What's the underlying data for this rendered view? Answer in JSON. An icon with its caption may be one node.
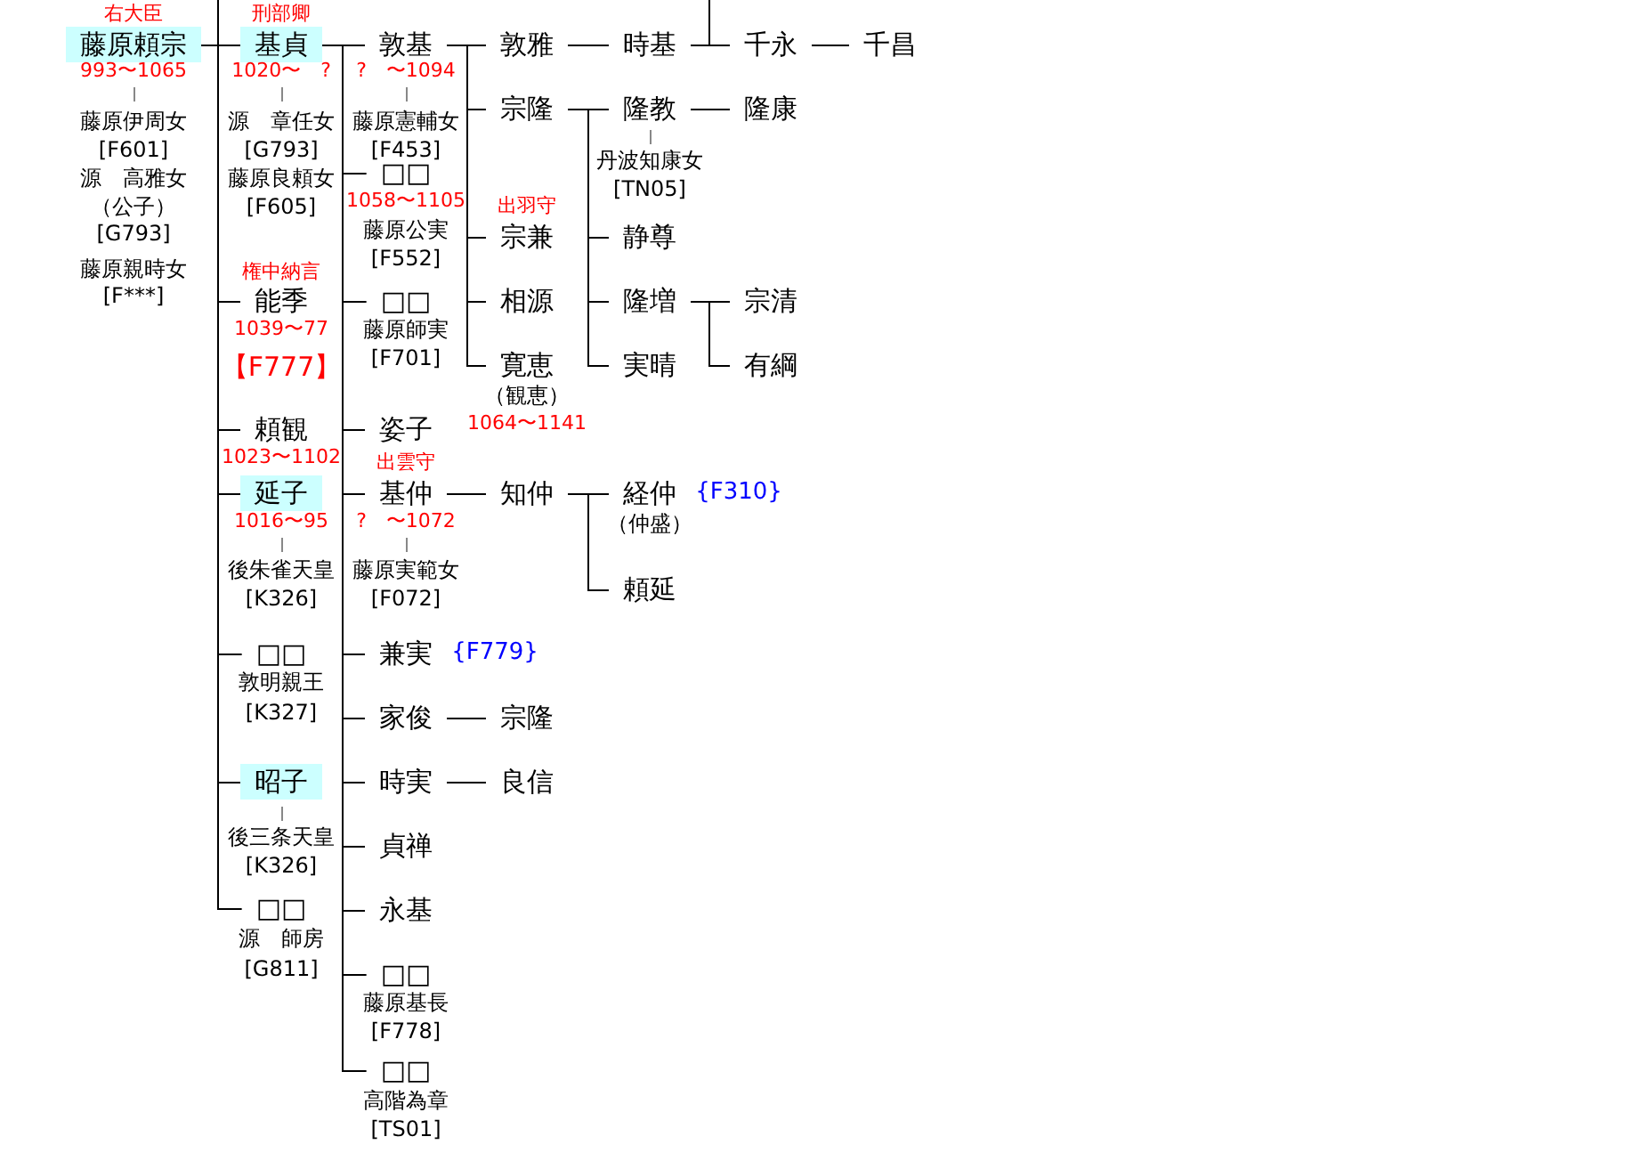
{
  "diagram": {
    "nodes": [
      {
        "text": [
          "藤原頼宗"
        ],
        "beside": [
          "右大臣",
          "993〜1065",
          "藤原伊周女",
          "[F601]",
          "源　高雅女",
          "（公子）",
          "[G793]",
          "藤原親時女",
          "[F***]"
        ]
      },
      {
        "text": [
          "基貞"
        ],
        "beside": [
          "刑部卿",
          "1020〜　?",
          "源　章任女",
          "[G793]",
          "藤原良頼女",
          "[F605]"
        ]
      },
      {
        "text": [
          "能季"
        ],
        "beside": [
          "権中納言",
          "1039〜77",
          "【F777】"
        ]
      },
      {
        "text": [
          "頼観"
        ],
        "beside": [
          "1023〜1102"
        ]
      },
      {
        "text": [
          "延子"
        ],
        "beside": [
          "1016〜95",
          "後朱雀天皇",
          "[K326]"
        ]
      },
      {
        "text": [
          "□□"
        ],
        "beside": [
          "敦明親王",
          "[K327]"
        ]
      },
      {
        "text": [
          "昭子"
        ],
        "beside": [
          "後三条天皇",
          "[K326]"
        ]
      },
      {
        "text": [
          "□□"
        ],
        "beside": [
          "源　師房",
          "[G811]"
        ]
      },
      {
        "text": [
          "敦基"
        ],
        "beside": [
          "?　〜1094",
          "藤原憲輔女",
          "[F453]"
        ]
      },
      {
        "text": [
          "□□"
        ],
        "beside": [
          "1058〜1105",
          "藤原公実",
          "[F552]"
        ]
      },
      {
        "text": [
          "□□"
        ],
        "beside": [
          "藤原師実",
          "[F701]"
        ]
      },
      {
        "text": [
          "姿子"
        ]
      },
      {
        "text": [
          "基仲"
        ],
        "beside": [
          "出雲守",
          "?　〜1072",
          "藤原実範女",
          "[F072]"
        ]
      },
      {
        "text": [
          "兼実"
        ],
        "beside": [
          "{F779}"
        ]
      },
      {
        "text": [
          "家俊"
        ]
      },
      {
        "text": [
          "時実"
        ]
      },
      {
        "text": [
          "貞禅"
        ]
      },
      {
        "text": [
          "永基"
        ]
      },
      {
        "text": [
          "□□"
        ],
        "beside": [
          "藤原基長",
          "[F778]"
        ]
      },
      {
        "text": [
          "□□"
        ],
        "beside": [
          "高階為章",
          "[TS01]"
        ]
      },
      {
        "text": [
          "敦雅"
        ]
      },
      {
        "text": [
          "宗隆"
        ]
      },
      {
        "text": [
          "宗兼"
        ],
        "beside": [
          "出羽守"
        ]
      },
      {
        "text": [
          "相源"
        ]
      },
      {
        "text": [
          "寛恵"
        ],
        "beside": [
          "（観恵）",
          "1064〜1141"
        ]
      },
      {
        "text": [
          "知仲"
        ]
      },
      {
        "text": [
          "宗隆"
        ]
      },
      {
        "text": [
          "良信"
        ]
      },
      {
        "text": [
          "時基"
        ]
      },
      {
        "text": [
          "隆教"
        ],
        "beside": [
          "丹波知康女",
          "[TN05]"
        ]
      },
      {
        "text": [
          "静尊"
        ]
      },
      {
        "text": [
          "隆増"
        ]
      },
      {
        "text": [
          "実晴"
        ]
      },
      {
        "text": [
          "経仲"
        ],
        "beside": [
          "（仲盛）",
          "{F310}"
        ]
      },
      {
        "text": [
          "頼延"
        ]
      },
      {
        "text": [
          "千永"
        ]
      },
      {
        "text": [
          "隆康"
        ]
      },
      {
        "text": [
          "宗清"
        ]
      },
      {
        "text": [
          "有綱"
        ]
      },
      {
        "text": [
          "千昌"
        ]
      }
    ],
    "edges": [
      {
        "from": 0,
        "to": 1,
        "arrow": "none"
      },
      {
        "from": 0,
        "to": 2,
        "arrow": "none"
      },
      {
        "from": 0,
        "to": 3,
        "arrow": "none"
      },
      {
        "from": 0,
        "to": 4,
        "arrow": "none"
      },
      {
        "from": 0,
        "to": 5,
        "arrow": "none"
      },
      {
        "from": 0,
        "to": 6,
        "arrow": "none"
      },
      {
        "from": 0,
        "to": 7,
        "arrow": "none"
      },
      {
        "from": 1,
        "to": 8,
        "arrow": "none"
      },
      {
        "from": 1,
        "to": 9,
        "arrow": "none"
      },
      {
        "from": 1,
        "to": 10,
        "arrow": "none"
      },
      {
        "from": 1,
        "to": 11,
        "arrow": "none"
      },
      {
        "from": 1,
        "to": 12,
        "arrow": "none"
      },
      {
        "from": 1,
        "to": 13,
        "arrow": "none"
      },
      {
        "from": 1,
        "to": 14,
        "arrow": "none"
      },
      {
        "from": 1,
        "to": 15,
        "arrow": "none"
      },
      {
        "from": 1,
        "to": 16,
        "arrow": "none"
      },
      {
        "from": 1,
        "to": 17,
        "arrow": "none"
      },
      {
        "from": 1,
        "to": 18,
        "arrow": "none"
      },
      {
        "from": 1,
        "to": 19,
        "arrow": "none"
      },
      {
        "from": 8,
        "to": 20,
        "arrow": "none"
      },
      {
        "from": 8,
        "to": 21,
        "arrow": "none"
      },
      {
        "from": 8,
        "to": 22,
        "arrow": "none"
      },
      {
        "from": 8,
        "to": 23,
        "arrow": "none"
      },
      {
        "from": 8,
        "to": 24,
        "arrow": "none"
      },
      {
        "from": 12,
        "to": 25,
        "arrow": "none"
      },
      {
        "from": 14,
        "to": 26,
        "arrow": "none"
      },
      {
        "from": 15,
        "to": 27,
        "arrow": "none"
      },
      {
        "from": 20,
        "to": 28,
        "arrow": "none"
      },
      {
        "from": 21,
        "to": 29,
        "arrow": "none"
      },
      {
        "from": 21,
        "to": 30,
        "arrow": "none"
      },
      {
        "from": 21,
        "to": 31,
        "arrow": "none"
      },
      {
        "from": 21,
        "to": 32,
        "arrow": "none"
      },
      {
        "from": 25,
        "to": 33,
        "arrow": "none"
      },
      {
        "from": 25,
        "to": 34,
        "arrow": "none"
      },
      {
        "from": 28,
        "to": 35,
        "arrow": "none"
      },
      {
        "from": null,
        "to": 35,
        "arrow": "none"
      },
      {
        "from": 35,
        "to": 39,
        "arrow": "none"
      },
      {
        "from": 29,
        "to": 36,
        "arrow": "none"
      },
      {
        "from": 31,
        "to": 37,
        "arrow": "none"
      },
      {
        "from": 31,
        "to": 38,
        "arrow": "none"
      }
    ]
  }
}
